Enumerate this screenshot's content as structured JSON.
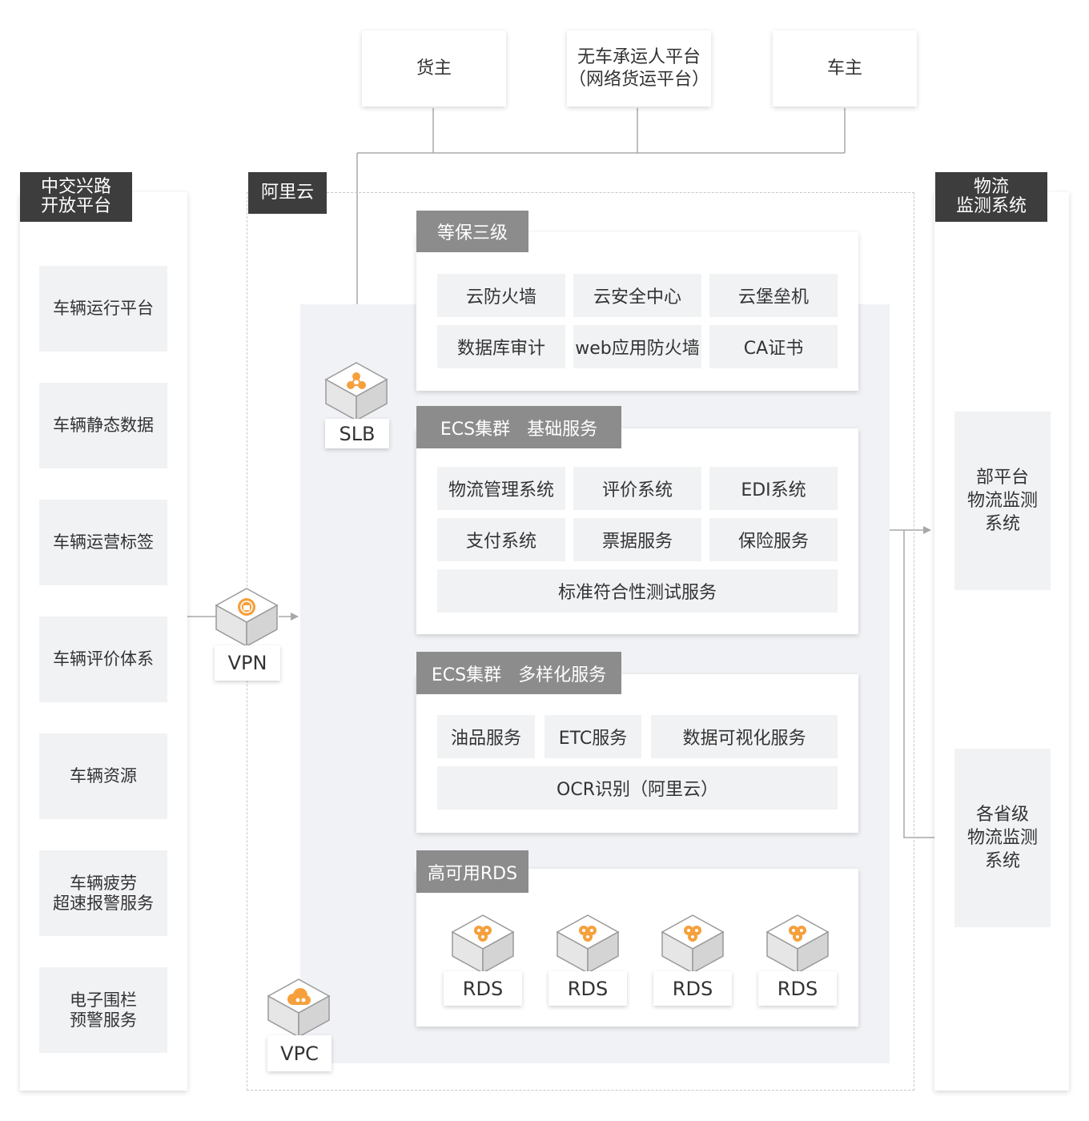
{
  "top": {
    "shipper": "货主",
    "platform_line1": "无车承运人平台",
    "platform_line2": "（网络货运平台）",
    "carrier": "车主"
  },
  "left_panel": {
    "title_line1": "中交兴路",
    "title_line2": "开放平台",
    "items": [
      {
        "lines": [
          "车辆运行平台"
        ]
      },
      {
        "lines": [
          "车辆静态数据"
        ]
      },
      {
        "lines": [
          "车辆运营标签"
        ]
      },
      {
        "lines": [
          "车辆评价体系"
        ]
      },
      {
        "lines": [
          "车辆资源"
        ]
      },
      {
        "lines": [
          "车辆疲劳",
          "超速报警服务"
        ]
      },
      {
        "lines": [
          "电子围栏",
          "预警服务"
        ]
      }
    ]
  },
  "cloud": {
    "title": "阿里云",
    "slb_label": "SLB",
    "vpn_label": "VPN",
    "vpc_label": "VPC",
    "security": {
      "title": "等保三级",
      "items": [
        "云防火墙",
        "云安全中心",
        "云堡垒机",
        "数据库审计",
        "web应用防火墙",
        "CA证书"
      ]
    },
    "ecs_basic": {
      "title": "ECS集群   基础服务",
      "items": [
        "物流管理系统",
        "评价系统",
        "EDI系统",
        "支付系统",
        "票据服务",
        "保险服务"
      ],
      "wide_item": "标准符合性测试服务"
    },
    "ecs_diverse": {
      "title": "ECS集群   多样化服务",
      "items": [
        "油品服务",
        "ETC服务",
        "数据可视化服务"
      ],
      "wide_item": "OCR识别（阿里云）"
    },
    "rds": {
      "title": "高可用RDS",
      "items": [
        "RDS",
        "RDS",
        "RDS",
        "RDS"
      ]
    }
  },
  "right_panel": {
    "title_line1": "物流",
    "title_line2": "监测系统",
    "items": [
      {
        "lines": [
          "部平台",
          "物流监测",
          "系统"
        ]
      },
      {
        "lines": [
          "各省级",
          "物流监测",
          "系统"
        ]
      }
    ]
  },
  "colors": {
    "dark_tag": "#3d3d3d",
    "grey_tag": "#8c8c8c",
    "item_bg": "#f1f2f4",
    "region_bg": "#f0f2f5",
    "line": "#9a9a9a",
    "icon_orange": "#f5a03c"
  },
  "icons": {
    "slb": "load-balancer-icon",
    "vpn": "vpn-icon",
    "vpc": "vpc-icon",
    "rds": "database-icon"
  }
}
